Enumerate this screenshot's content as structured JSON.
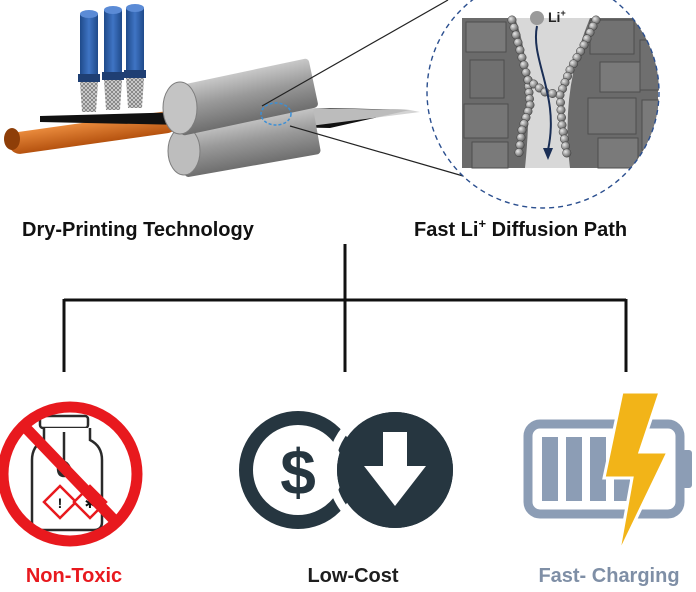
{
  "labels": {
    "process": "Dry-Printing Technology",
    "path_prefix": "Fast Li",
    "path_sup": "+",
    "path_suffix": " Diffusion Path",
    "ion": "Li",
    "ion_sup": "+"
  },
  "benefits": [
    {
      "label": "Non-Toxic",
      "color": "#e8191e"
    },
    {
      "label": "Low-Cost",
      "color": "#1e1e1e"
    },
    {
      "label": "Fast- Charging",
      "color": "#7f8fa6"
    }
  ],
  "colors": {
    "roller": "#9a9a9a",
    "nozzle": "#2c5aa0",
    "substrate": "#d4661c",
    "film": "#1a1a1a",
    "coin": "#263640",
    "battery": "#8c9db5",
    "bolt": "#f2b418",
    "forbid": "#e8191e"
  },
  "icons": [
    "roller-press-icon",
    "nozzle-icon",
    "lithium-path-icon",
    "no-toxic-icon",
    "low-cost-icon",
    "fast-charging-icon"
  ]
}
